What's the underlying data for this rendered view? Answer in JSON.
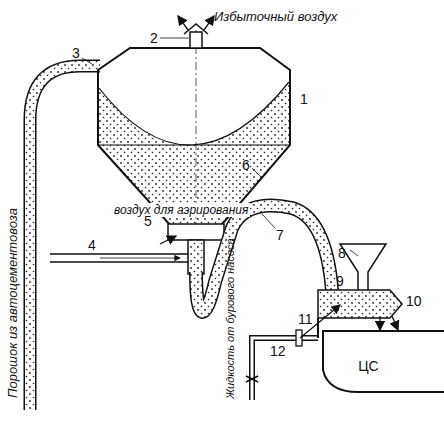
{
  "diagram": {
    "nodes": [
      {
        "text": [
          "ЦС"
        ]
      }
    ],
    "labels": [
      "Избыточный воздух",
      "Порошок из автоцементовоза",
      "воздух для аэрирования",
      "Жидкость от бурового насоса",
      "1",
      "2",
      "3",
      "4",
      "5",
      "6",
      "7",
      "8",
      "9",
      "10",
      "11",
      "12"
    ]
  }
}
